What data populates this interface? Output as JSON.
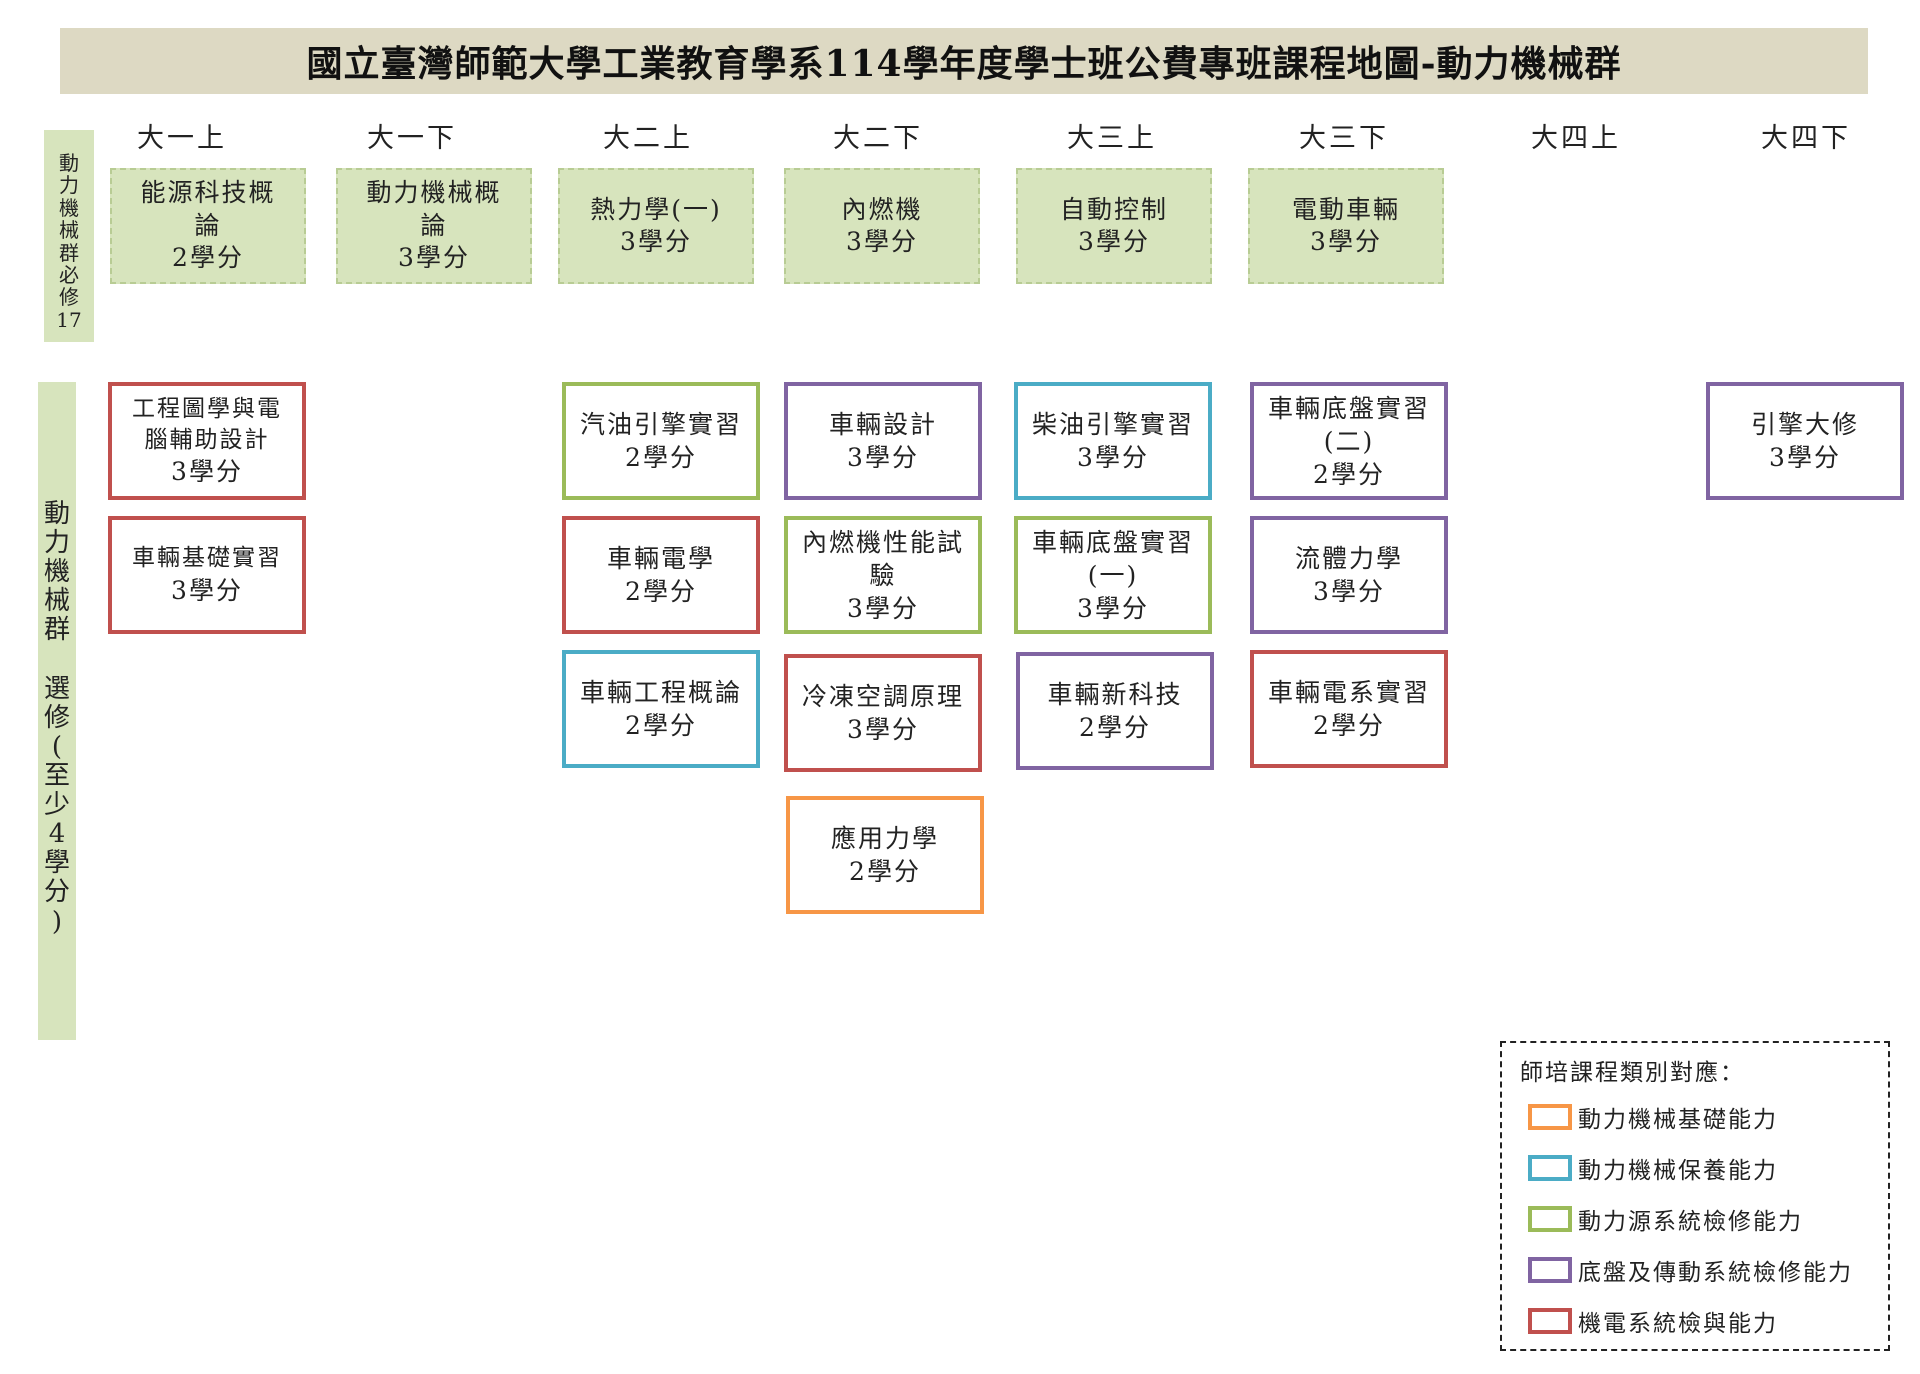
{
  "title": "國立臺灣師範大學工業教育學系114學年度學士班公費專班課程地圖-動力機械群",
  "semesters": [
    "大一上",
    "大一下",
    "大二上",
    "大二下",
    "大三上",
    "大三下",
    "大四上",
    "大四下"
  ],
  "required_label": "動力機械群必修17",
  "elective_label": "動力機械群 選修(至少4學分)",
  "required_courses": [
    {
      "name": "能源科技概論",
      "credits": "2學分"
    },
    {
      "name": "動力機械概論",
      "credits": "3學分"
    },
    {
      "name": "熱力學(一)",
      "credits": "3學分"
    },
    {
      "name": "內燃機",
      "credits": "3學分"
    },
    {
      "name": "自動控制",
      "credits": "3學分"
    },
    {
      "name": "電動車輛",
      "credits": "3學分"
    }
  ],
  "elective_courses": [
    {
      "name": "工程圖學與電腦輔助設計",
      "credits": "3學分",
      "category": "red"
    },
    {
      "name": "車輛基礎實習",
      "credits": "3學分",
      "category": "red"
    },
    {
      "name": "汽油引擎實習",
      "credits": "2學分",
      "category": "green"
    },
    {
      "name": "車輛電學",
      "credits": "2學分",
      "category": "red"
    },
    {
      "name": "車輛工程概論",
      "credits": "2學分",
      "category": "blue"
    },
    {
      "name": "車輛設計",
      "credits": "3學分",
      "category": "purple"
    },
    {
      "name": "內燃機性能試驗",
      "credits": "3學分",
      "category": "green"
    },
    {
      "name": "冷凍空調原理",
      "credits": "3學分",
      "category": "red"
    },
    {
      "name": "應用力學",
      "credits": "2學分",
      "category": "orange"
    },
    {
      "name": "柴油引擎實習",
      "credits": "3學分",
      "category": "blue"
    },
    {
      "name": "車輛底盤實習(一)",
      "credits": "3學分",
      "category": "green"
    },
    {
      "name": "車輛新科技",
      "credits": "2學分",
      "category": "purple"
    },
    {
      "name": "車輛底盤實習(二)",
      "credits": "2學分",
      "category": "purple"
    },
    {
      "name": "流體力學",
      "credits": "3學分",
      "category": "purple"
    },
    {
      "name": "車輛電系實習",
      "credits": "2學分",
      "category": "red"
    },
    {
      "name": "引擎大修",
      "credits": "3學分",
      "category": "purple"
    }
  ],
  "legend": {
    "title": "師培課程類別對應：",
    "items": [
      {
        "label": "動力機械基礎能力",
        "color": "#f79646"
      },
      {
        "label": "動力機械保養能力",
        "color": "#4bacc6"
      },
      {
        "label": "動力源系統檢修能力",
        "color": "#9bbb59"
      },
      {
        "label": "底盤及傳動系統檢修能力",
        "color": "#8064a2"
      },
      {
        "label": "機電系統檢與能力",
        "color": "#c0504d"
      }
    ]
  },
  "colors": {
    "orange": "#f79646",
    "blue": "#4bacc6",
    "green": "#9bbb59",
    "purple": "#8064a2",
    "red": "#c0504d",
    "required_fill": "#d7e4bd",
    "title_fill": "#ddd9c3"
  }
}
